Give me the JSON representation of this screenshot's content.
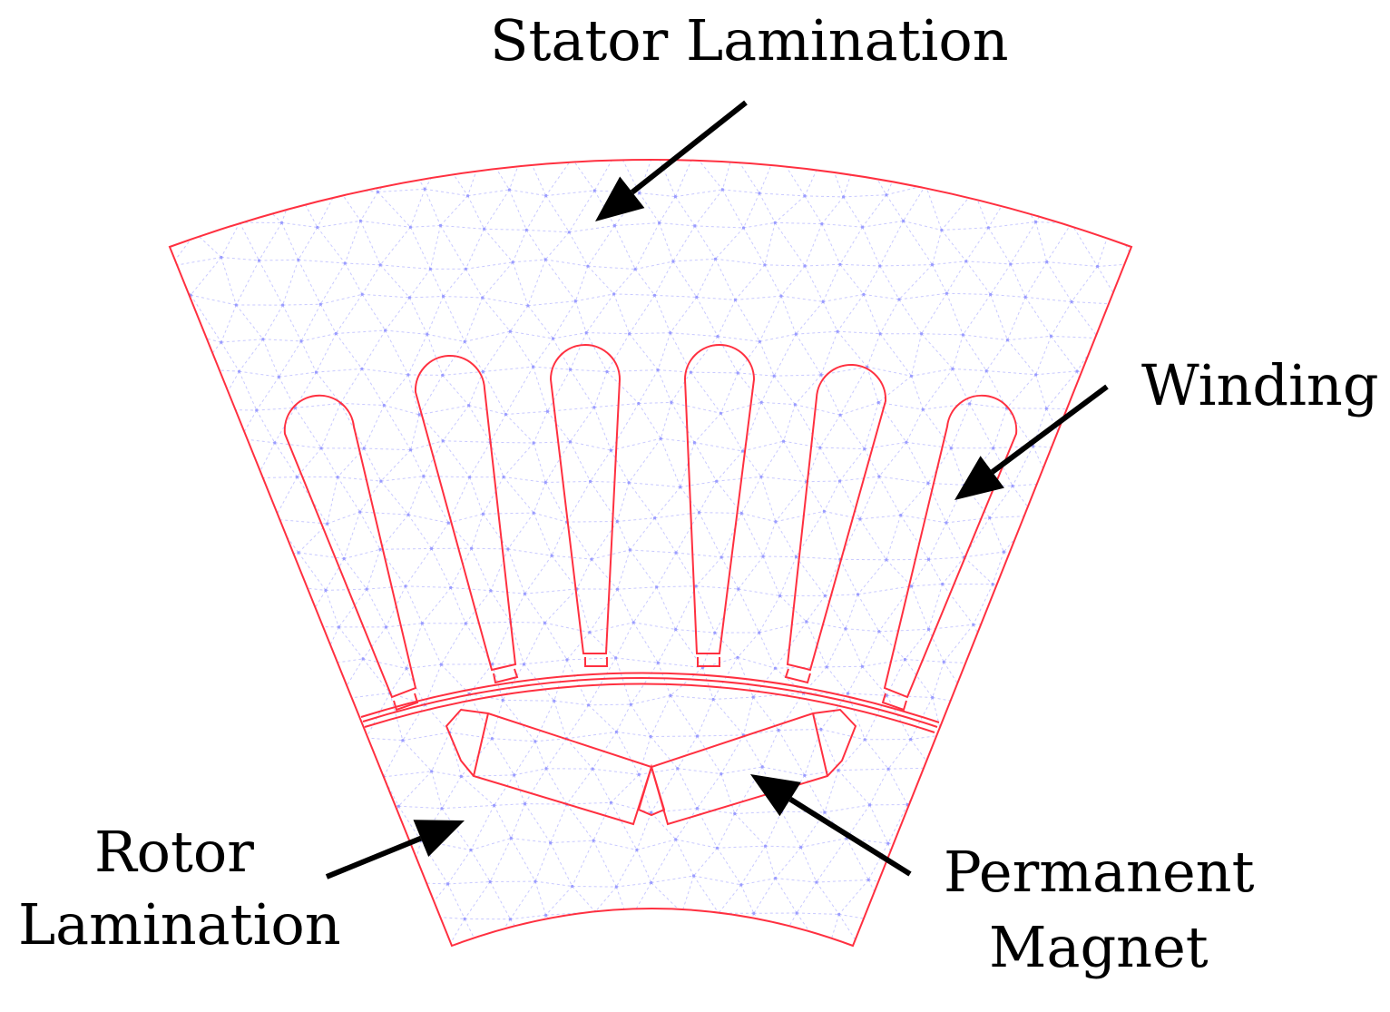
{
  "labels": {
    "stator_lamination": "Stator Lamination",
    "winding": "Winding",
    "rotor_line1": "Rotor",
    "rotor_line2": "Lamination",
    "magnet_line1": "Permanent",
    "magnet_line2": "Magnet"
  },
  "colors": {
    "outline": "#ff3040",
    "mesh": "#9a9cff",
    "arrow": "#000000"
  }
}
